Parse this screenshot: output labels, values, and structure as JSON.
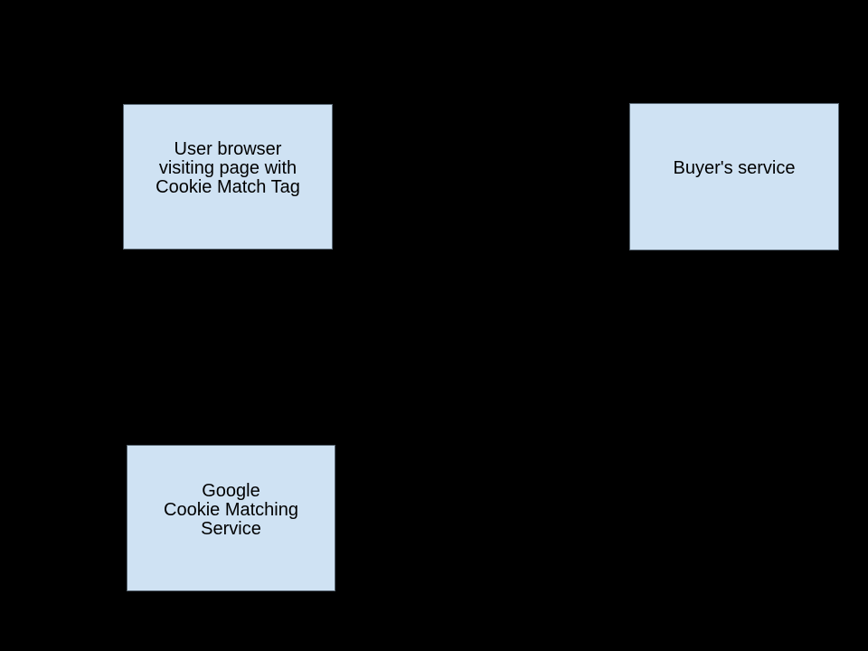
{
  "diagram": {
    "colors": {
      "background": "#000000",
      "node_fill": "#cfe2f3",
      "node_border": "#5a6874",
      "text": "#000000"
    },
    "nodes": [
      {
        "id": "user-browser-box",
        "lines": [
          "User browser",
          "visiting page with",
          "Cookie Match Tag"
        ]
      },
      {
        "id": "buyers-service-box",
        "lines": [
          "Buyer's service"
        ]
      },
      {
        "id": "google-cookie-matching-box",
        "lines": [
          "Google",
          "Cookie Matching",
          "Service"
        ]
      }
    ]
  }
}
